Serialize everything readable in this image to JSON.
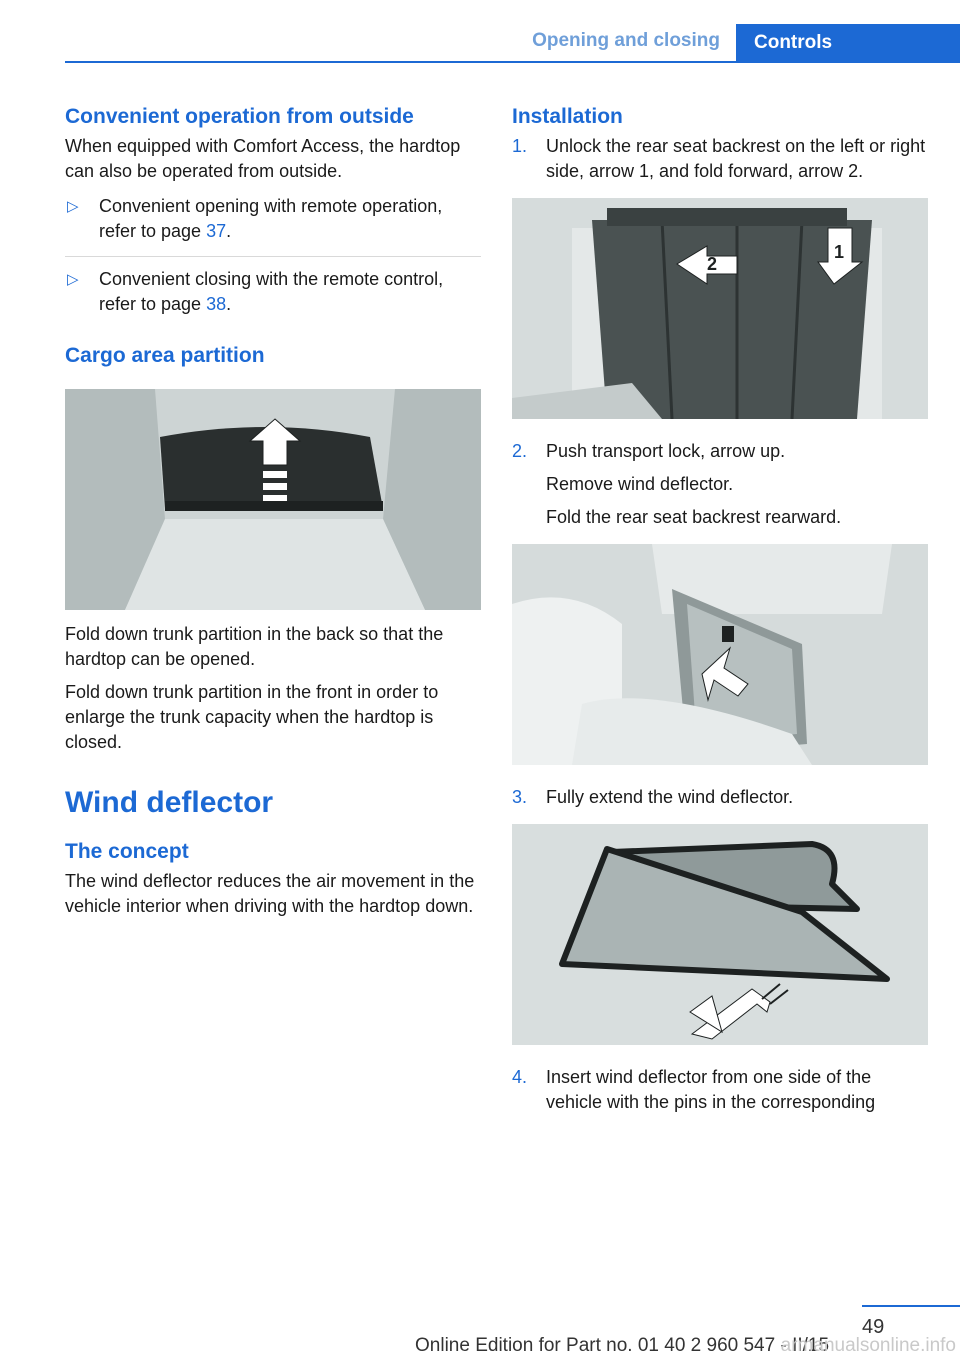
{
  "header": {
    "section": "Opening and closing",
    "tab": "Controls"
  },
  "left": {
    "conv_heading": "Convenient operation from outside",
    "conv_intro": "When equipped with Comfort Access, the hardtop can also be operated from outside.",
    "bullets": [
      {
        "text": "Convenient opening with remote opera­tion, refer to page ",
        "page": "37",
        "end": "."
      },
      {
        "text": "Convenient closing with the remote con­trol, refer to page ",
        "page": "38",
        "end": "."
      }
    ],
    "cargo_heading": "Cargo area partition",
    "cargo_p1": "Fold down trunk partition in the back so that the hardtop can be opened.",
    "cargo_p2": "Fold down trunk partition in the front in order to enlarge the trunk capacity when the hardtop is closed.",
    "wind_heading": "Wind deflector",
    "concept_heading": "The concept",
    "concept_text": "The wind deflector reduces the air movement in the vehicle interior when driving with the hardtop down."
  },
  "right": {
    "install_heading": "Installation",
    "steps": [
      {
        "num": "1.",
        "text": "Unlock the rear seat backrest on the left or right side, arrow 1, and fold forward, ar­row 2."
      },
      {
        "num": "2.",
        "text": "Push transport lock, arrow up.",
        "sub1": "Remove wind deflector.",
        "sub2": "Fold the rear seat backrest rearward."
      },
      {
        "num": "3.",
        "text": "Fully extend the wind deflector."
      },
      {
        "num": "4.",
        "text": "Insert wind deflector from one side of the vehicle with the pins in the corresponding"
      }
    ],
    "fig1_labels": {
      "a": "1",
      "b": "2"
    }
  },
  "footer": {
    "page_number": "49",
    "edition": "Online Edition for Part no. 01 40 2 960 547 - II/15",
    "watermark": "armanualsonline.info"
  },
  "colors": {
    "accent": "#1c69d4"
  }
}
